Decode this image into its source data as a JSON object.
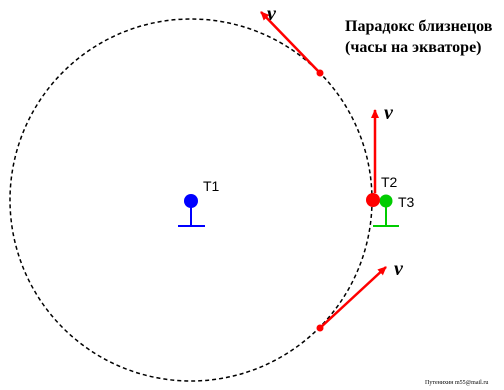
{
  "title": {
    "line1": "Парадокс близнецов",
    "line2": "(часы на экваторе)"
  },
  "clocks": {
    "t1": "Т1",
    "t2": "Т2",
    "t3": "Т3"
  },
  "velocity_symbol": "v",
  "credit": "Путенихин m55@mail.ru",
  "colors": {
    "orbit": "#000000",
    "arrow": "#ff0000",
    "t1": "#0000ff",
    "t2": "#ff0000",
    "t3": "#00cc00"
  }
}
